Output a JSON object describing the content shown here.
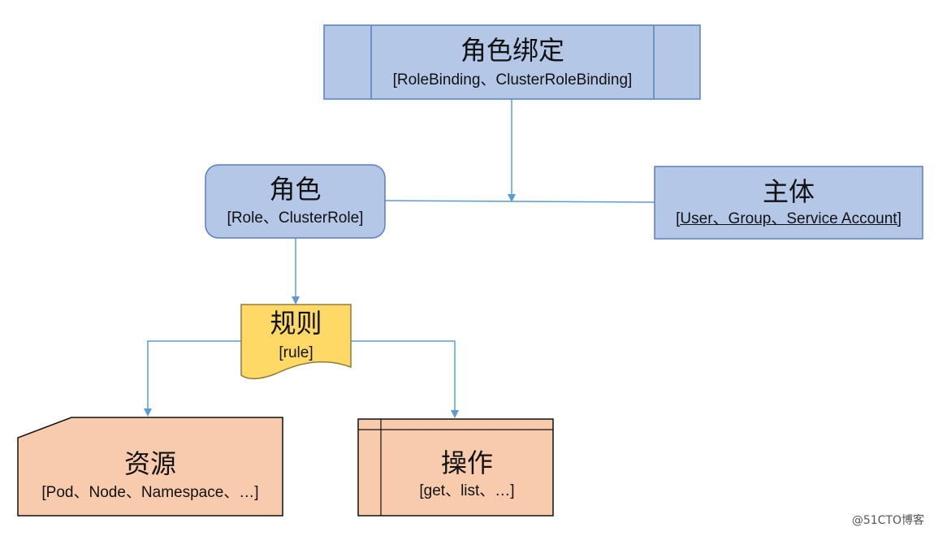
{
  "nodes": {
    "role_binding": {
      "title": "角色绑定",
      "subtitle": "[RoleBinding、ClusterRoleBinding]"
    },
    "role": {
      "title": "角色",
      "subtitle": "[Role、ClusterRole]"
    },
    "subject": {
      "title": "主体",
      "subtitle": "[User、Group、Service Account]"
    },
    "rule": {
      "title": "规则",
      "subtitle": "[rule]"
    },
    "resource": {
      "title": "资源",
      "subtitle": "[Pod、Node、Namespace、…]"
    },
    "operation": {
      "title": "操作",
      "subtitle": "[get、list、…]"
    }
  },
  "colors": {
    "blue_fill": "#b4c7e7",
    "blue_stroke": "#5b7fbf",
    "yellow_fill": "#ffd966",
    "yellow_stroke": "#8f7a3a",
    "orange_fill": "#f8cbad",
    "orange_stroke": "#111111",
    "connector": "#5b9bd5"
  },
  "watermark": "@51CTO博客"
}
